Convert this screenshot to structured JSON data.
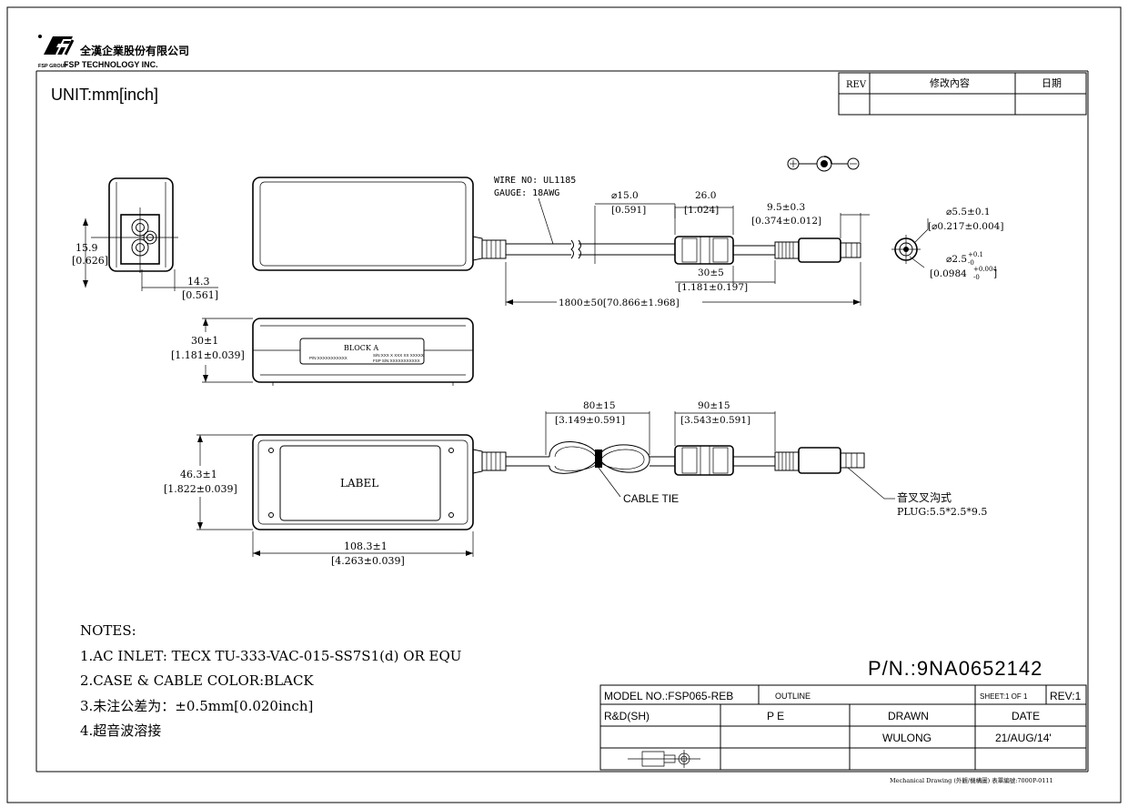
{
  "header": {
    "company_cn": "全漢企業股份有限公司",
    "company_en": "FSP TECHNOLOGY INC.",
    "group": "FSP GROUP",
    "unit": "UNIT:mm[inch]"
  },
  "rev_table": {
    "rev": "REV",
    "content": "修改內容",
    "date": "日期"
  },
  "dims": {
    "wire": "WIRE NO: UL1185",
    "gauge": "GAUGE:  18AWG",
    "d15": "⌀15.0",
    "d15_in": "[0.591]",
    "d26": "26.0",
    "d26_in": "[1.024]",
    "d95": "9.5±0.3",
    "d95_in": "[0.374±0.012]",
    "od": "⌀5.5±0.1",
    "od_in": "[⌀0.217±0.004]",
    "id": "⌀2.5",
    "id_tol": "+0.1",
    "id_tol0": "-0",
    "id_in": "[0.0984",
    "id_in_tol": "+0.004",
    "id_in_tol0": "-0",
    "id_in_end": "]",
    "d30": "30±5",
    "d30_in": "[1.181±0.197]",
    "d1800": "1800±50[70.866±1.968]",
    "h159": "15.9",
    "h159_in": "[0.626]",
    "w143": "14.3",
    "w143_in": "[0.561]",
    "t30": "30±1",
    "t30_in": "[1.181±0.039]",
    "block": "BLOCK A",
    "lbl_small1": "P/N:XXXXXXXXXXX",
    "lbl_small2": "S/N:XXX X XXX XX XXXXX",
    "lbl_small3": "FSP S/N:XXXXXXXXXXX",
    "d80": "80±15",
    "d80_in": "[3.149±0.591]",
    "d90": "90±15",
    "d90_in": "[3.543±0.591]",
    "h463": "46.3±1",
    "h463_in": "[1.822±0.039]",
    "label": "LABEL",
    "cable_tie": "CABLE TIE",
    "plug_cn": "音叉叉沟式",
    "plug": "PLUG:5.5*2.5*9.5",
    "w1083": "108.3±1",
    "w1083_in": "[4.263±0.039]"
  },
  "notes": {
    "title": "NOTES:",
    "n1": "1.AC INLET: TECX TU-333-VAC-015-SS7S1(d) OR EQU",
    "n2": "2.CASE & CABLE COLOR:BLACK",
    "n3": "3.未注公差为：±0.5mm[0.020inch]",
    "n4": "4.超音波溶接"
  },
  "pn": "P/N.:9NA0652142",
  "title_block": {
    "model": "MODEL NO.:FSP065-REB",
    "outline": "OUTLINE",
    "sheet": "SHEET:1 OF 1",
    "rev": "REV:1",
    "rd": "R&D(SH)",
    "pe": "P E",
    "drawn": "DRAWN",
    "date": "DATE",
    "wulong": "WULONG",
    "date_val": "21/AUG/14'"
  },
  "footer": "Mechanical Drawing (外觀/機構圖) 表單編號:7000P-0111"
}
